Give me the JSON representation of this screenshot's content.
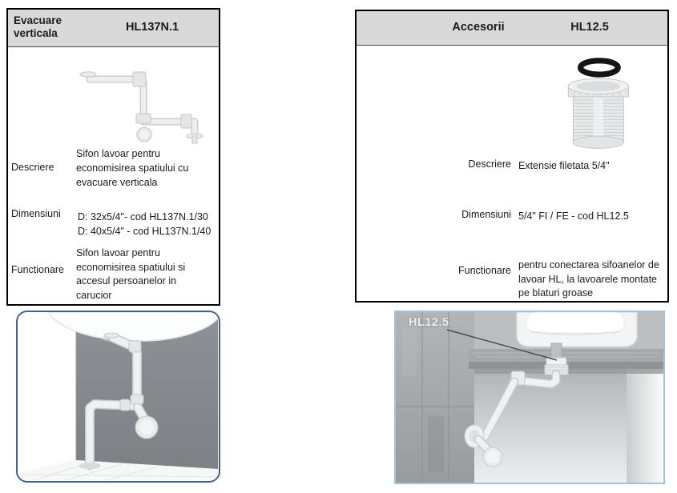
{
  "cards": {
    "left": {
      "title": "Evacuare verticala",
      "code": "HL137N.1",
      "rows": {
        "descriere": {
          "label": "Descriere",
          "value": "Sifon lavoar pentru\neconomisirea spatiului cu\nevacuare verticala"
        },
        "dimensiuni": {
          "label": "Dimensiuni",
          "value": "D: 32x5/4\"- cod HL137N.1/30\nD: 40x5/4\" - cod HL137N.1/40"
        },
        "functionare": {
          "label": "Functionare",
          "value": "Sifon lavoar pentru\neconomisirea spatiului si\naccesul persoanelor in\ncarucior"
        }
      },
      "product_image": "space-saving-siphon-z-pipe-render"
    },
    "right": {
      "title": "Accesorii",
      "code": "HL12.5",
      "rows": {
        "descriere": {
          "label": "Descriere",
          "value": "Extensie filetata 5/4\""
        },
        "dimensiuni": {
          "label": "Dimensiuni",
          "value": "5/4\" FI / FE - cod HL12.5"
        },
        "functionare": {
          "label": "Functionare",
          "value": "pentru conectarea sifoanelor de\nlavoar HL,  la lavoarele montate\npe blaturi groase"
        }
      },
      "product_image": "threaded-extension-with-black-gasket-render"
    }
  },
  "illustrations": {
    "left": {
      "alt": "siphon-installed-under-washbasin-render"
    },
    "right": {
      "label": "HL12.5",
      "alt": "extension-installed-under-countertop-render"
    }
  },
  "colors": {
    "header_bg": "#d9d9d9",
    "card_border": "#000000",
    "text": "#1b1b1b",
    "gasket_black": "#141414",
    "left_illustration_border": "#40618b",
    "right_illustration_border": "#a3c3da",
    "wall_gray": "#85898c",
    "pipe_white": "#eff0f1"
  }
}
